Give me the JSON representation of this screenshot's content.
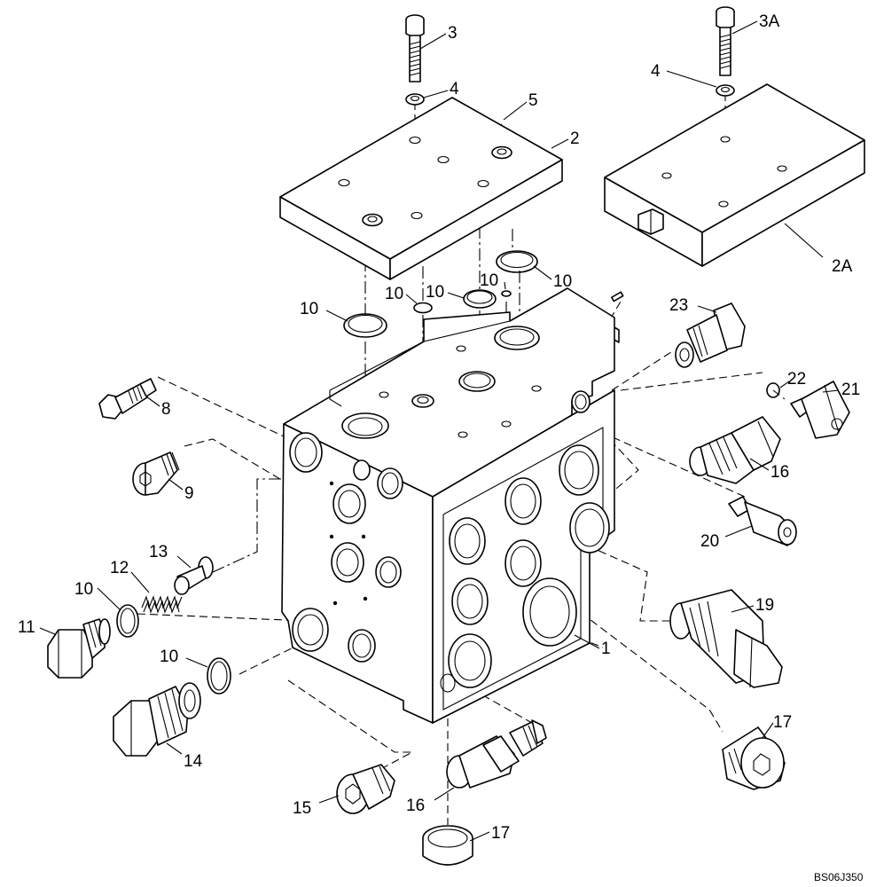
{
  "callouts": {
    "c1": "1",
    "c2": "2",
    "c2A": "2A",
    "c3": "3",
    "c3A": "3A",
    "c4a": "4",
    "c4b": "4",
    "c5": "5",
    "c8": "8",
    "c9": "9",
    "c10a": "10",
    "c10b": "10",
    "c10c": "10",
    "c10d": "10",
    "c10e": "10",
    "c10f": "10",
    "c10g": "10",
    "c11": "11",
    "c12": "12",
    "c13": "13",
    "c14": "14",
    "c15": "15",
    "c16a": "16",
    "c16b": "16",
    "c17a": "17",
    "c17b": "17",
    "c19": "19",
    "c20": "20",
    "c21": "21",
    "c22": "22",
    "c23": "23"
  },
  "drawing_code": "BS06J350"
}
